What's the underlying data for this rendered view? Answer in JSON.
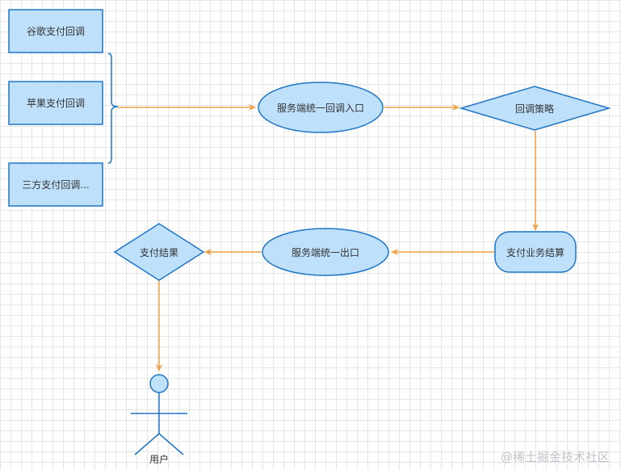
{
  "colors": {
    "fill": "#bfe0fb",
    "stroke": "#1f76c7",
    "arrow": "#f0a24a",
    "text": "#333333"
  },
  "nodes": {
    "google_callback": "谷歌支付回调",
    "apple_callback": "苹果支付回调",
    "third_party_callback": "三方支付回调...",
    "service_entry": "服务端统一回调入口",
    "callback_strategy": "回调策略",
    "payment_settlement": "支付业务结算",
    "service_exit": "服务端统一出口",
    "payment_result": "支付结果",
    "user": "用户"
  },
  "watermark": "@稀土掘金技术社区"
}
